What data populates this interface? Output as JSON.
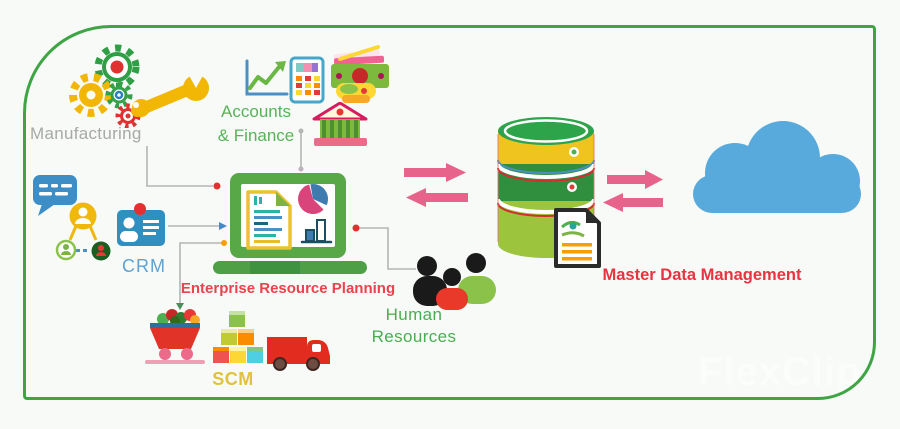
{
  "watermark": "FlexClip",
  "labels": {
    "manufacturing": "Manufacturing",
    "accounts_finance_line1": "Accounts",
    "accounts_finance_line2": "& Finance",
    "crm": "CRM",
    "erp": "Enterprise Resource Planning",
    "scm": "SCM",
    "hr_line1": "Human",
    "hr_line2": "Resources",
    "mdm": "Master Data Management"
  },
  "nodes": {
    "manufacturing": {
      "label": "Manufacturing",
      "label_color": "#a8a8a8",
      "icon": "gears-and-wrench-icon"
    },
    "accounts_finance": {
      "label": "Accounts & Finance",
      "label_color": "#56b457",
      "icon": "chart-calculator-money-bank-icon"
    },
    "crm": {
      "label": "CRM",
      "label_color": "#5fa3d4",
      "icon": "chat-bubble-contacts-idcard-icon"
    },
    "erp": {
      "label": "Enterprise Resource Planning",
      "label_color": "#e9434d",
      "icon": "laptop-dashboard-icon"
    },
    "scm": {
      "label": "SCM",
      "label_color": "#e2c13c",
      "icon": "cart-boxes-truck-icon"
    },
    "hr": {
      "label": "Human Resources",
      "label_color": "#4aad52",
      "icon": "people-group-icon"
    },
    "mdm": {
      "label": "Master Data Management",
      "label_color": "#e93440",
      "icon": "database-document-icon"
    },
    "cloud": {
      "icon": "cloud-icon"
    }
  },
  "connections": [
    {
      "from": "manufacturing",
      "to": "erp",
      "style": "thin-gray-line-red-dot"
    },
    {
      "from": "accounts_finance",
      "to": "erp",
      "style": "thin-gray-line"
    },
    {
      "from": "crm",
      "to": "erp",
      "style": "thin-gray-line-blue-arrow"
    },
    {
      "from": "erp",
      "to": "scm",
      "style": "thin-gray-line-arrow-down"
    },
    {
      "from": "erp",
      "to": "hr",
      "style": "thin-gray-line-red-dot"
    },
    {
      "from": "erp",
      "to": "database",
      "style": "double-pink-arrows"
    },
    {
      "from": "database",
      "to": "cloud",
      "style": "double-pink-arrows"
    }
  ],
  "colors": {
    "frame_green": "#3fa544",
    "arrow_pink": "#e8638c",
    "cloud_blue": "#57aadb",
    "laptop_green": "#58a847",
    "database_top_green": "#2ea44a",
    "database_yellow": "#f0c41f",
    "database_dark_green": "#2f8f3f",
    "database_light_green": "#9cc43d",
    "connector_gray": "#b5b5b5"
  }
}
